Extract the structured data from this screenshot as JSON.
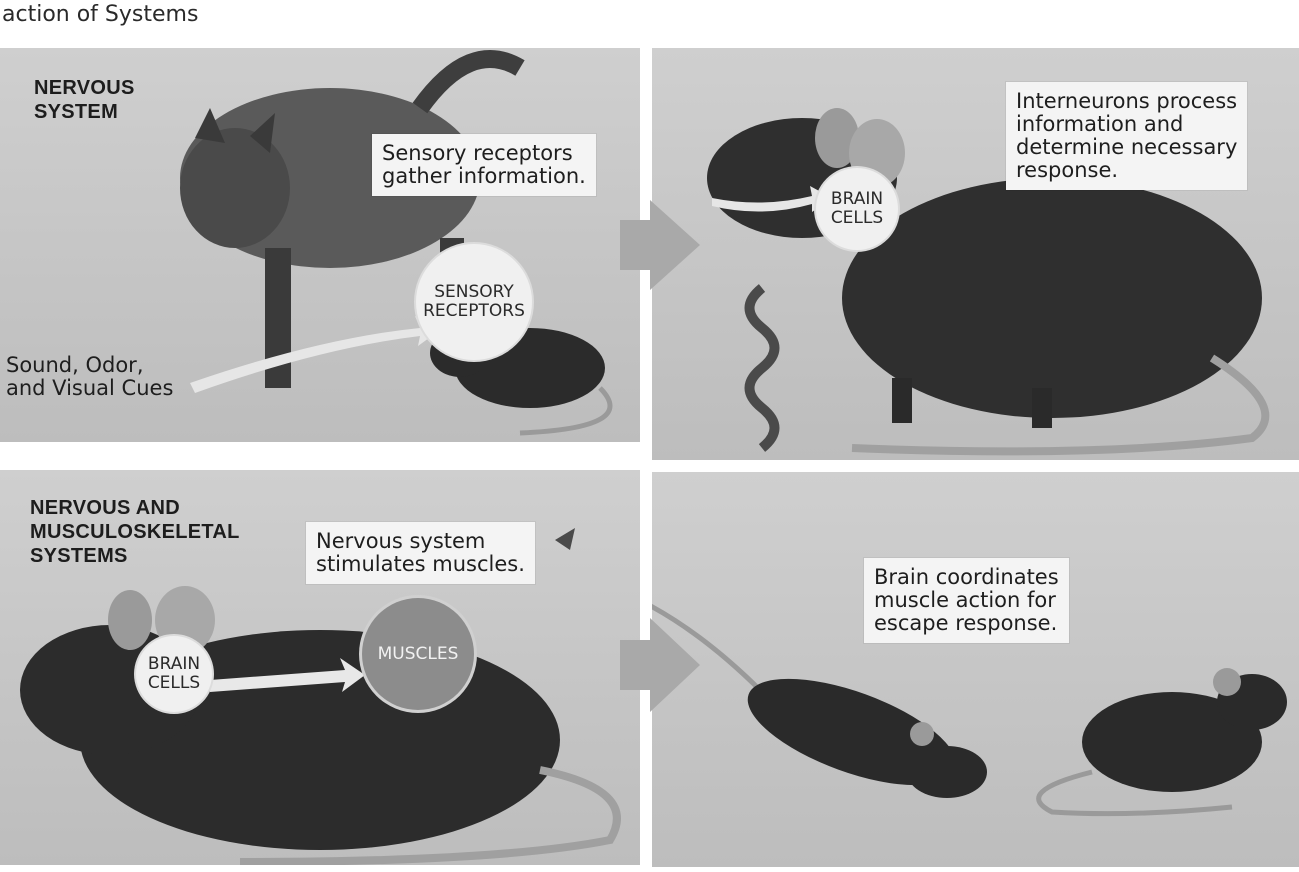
{
  "page": {
    "title": "action of Systems"
  },
  "panels": {
    "p1": {
      "heading_line1": "NERVOUS",
      "heading_line2": "SYSTEM",
      "callout_line1": "Sensory receptors",
      "callout_line2": "gather information.",
      "circle_line1": "SENSORY",
      "circle_line2": "RECEPTORS",
      "cue_line1": "Sound, Odor,",
      "cue_line2": "and Visual Cues"
    },
    "p2": {
      "callout_line1": "Interneurons process",
      "callout_line2": "information and",
      "callout_line3": "determine necessary",
      "callout_line4": "response.",
      "circle_line1": "BRAIN",
      "circle_line2": "CELLS"
    },
    "p3": {
      "heading_line1": "NERVOUS AND",
      "heading_line2": "MUSCULOSKELETAL",
      "heading_line3": "SYSTEMS",
      "callout_line1": "Nervous system",
      "callout_line2": "stimulates muscles.",
      "brain_line1": "BRAIN",
      "brain_line2": "CELLS",
      "muscles_label": "MUSCLES"
    },
    "p4": {
      "callout_line1": "Brain coordinates",
      "callout_line2": "muscle action for",
      "callout_line3": "escape response."
    }
  },
  "colors": {
    "panel_bg": "#c7c7c7",
    "callout_bg": "#f4f4f4",
    "arrow": "#a9a9a9",
    "animal": "#2b2b2b",
    "muscle_circle": "#8c8c8c"
  }
}
